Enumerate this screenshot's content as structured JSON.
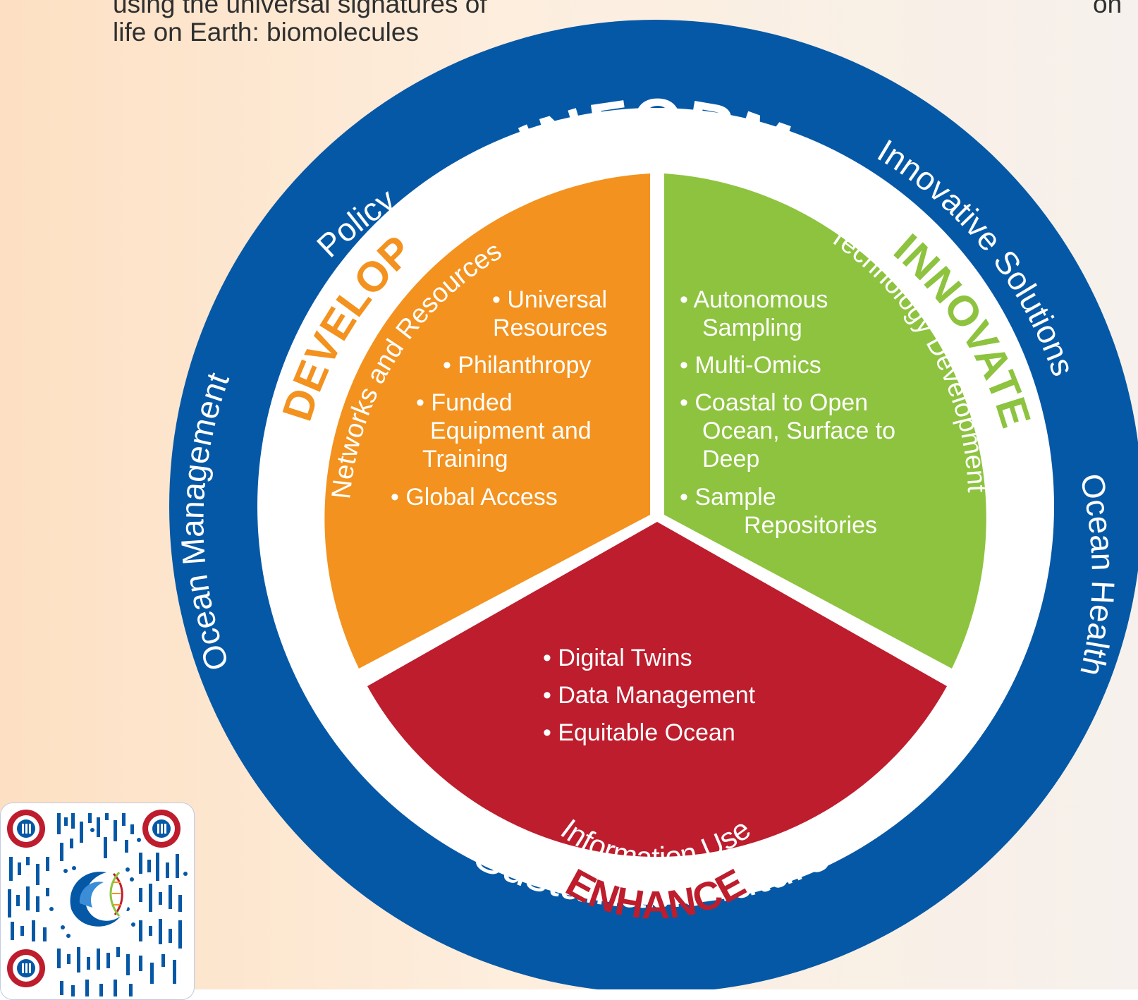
{
  "intro_text": {
    "line1": "using the universal signatures of",
    "line2": "life on Earth: biomolecules"
  },
  "corner_text": "on",
  "colors": {
    "outer_ring": "#0558a6",
    "develop": "#f3921e",
    "innovate": "#8dc33f",
    "enhance": "#bd1d2d",
    "develop_title": "#f3921e",
    "innovate_title": "#8dc33f",
    "enhance_title": "#bd1d2d",
    "ring_text": "#ffffff"
  },
  "outer_ring": {
    "top_title": "INFORM",
    "bottom_text": "Sustainable future",
    "left_text": "Ocean Management",
    "right_text": "Ocean Health",
    "upper_left_text": "Policy",
    "upper_right_text": "Innovative Solutions"
  },
  "develop": {
    "title": "DEVELOP",
    "subtitle": "Networks and Resources",
    "items": [
      {
        "lines": [
          "• Universal",
          "Resources"
        ]
      },
      {
        "lines": [
          "• Philanthropy"
        ]
      },
      {
        "lines": [
          "• Funded",
          "Equipment and",
          "Training"
        ]
      },
      {
        "lines": [
          "• Global Access"
        ]
      }
    ]
  },
  "innovate": {
    "title": "INNOVATE",
    "subtitle": "Technology Development",
    "items": [
      {
        "lines": [
          "• Autonomous",
          "Sampling"
        ]
      },
      {
        "lines": [
          "• Multi-Omics"
        ]
      },
      {
        "lines": [
          "• Coastal to Open",
          "Ocean, Surface to",
          "Deep"
        ]
      },
      {
        "lines": [
          "• Sample",
          "Repositories"
        ]
      }
    ]
  },
  "enhance": {
    "title": "ENHANCE",
    "subtitle": "Information Use",
    "items": [
      {
        "lines": [
          "• Digital Twins"
        ]
      },
      {
        "lines": [
          "• Data Management"
        ]
      },
      {
        "lines": [
          "• Equitable Ocean"
        ]
      }
    ]
  },
  "qr_icons": [
    "qr-code",
    "logo-wave-dna-icon"
  ]
}
